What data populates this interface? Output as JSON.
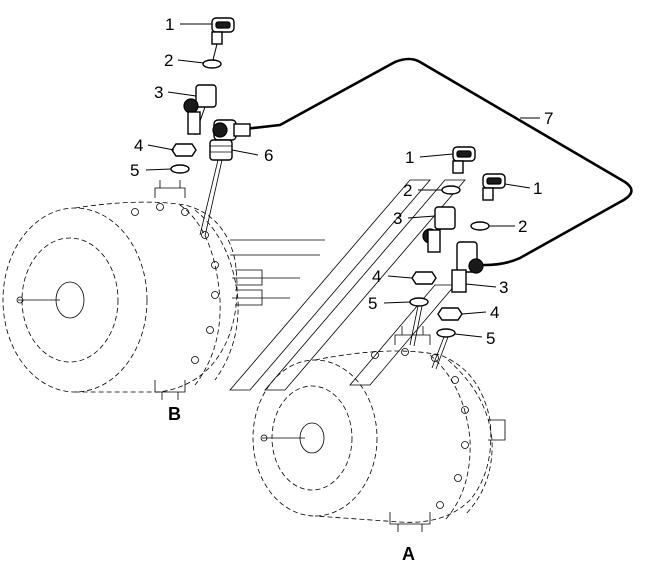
{
  "callouts": {
    "b_1": "1",
    "b_2": "2",
    "b_3": "3",
    "b_4": "4",
    "b_5": "5",
    "b_6": "6",
    "hose_7": "7",
    "a_1l": "1",
    "a_2l": "2",
    "a_3l": "3",
    "a_4l": "4",
    "a_5l": "5",
    "a_1r": "1",
    "a_2r": "2",
    "a_3r": "3",
    "a_4r": "4",
    "a_5r": "5"
  },
  "views": {
    "b": "B",
    "a": "A"
  }
}
